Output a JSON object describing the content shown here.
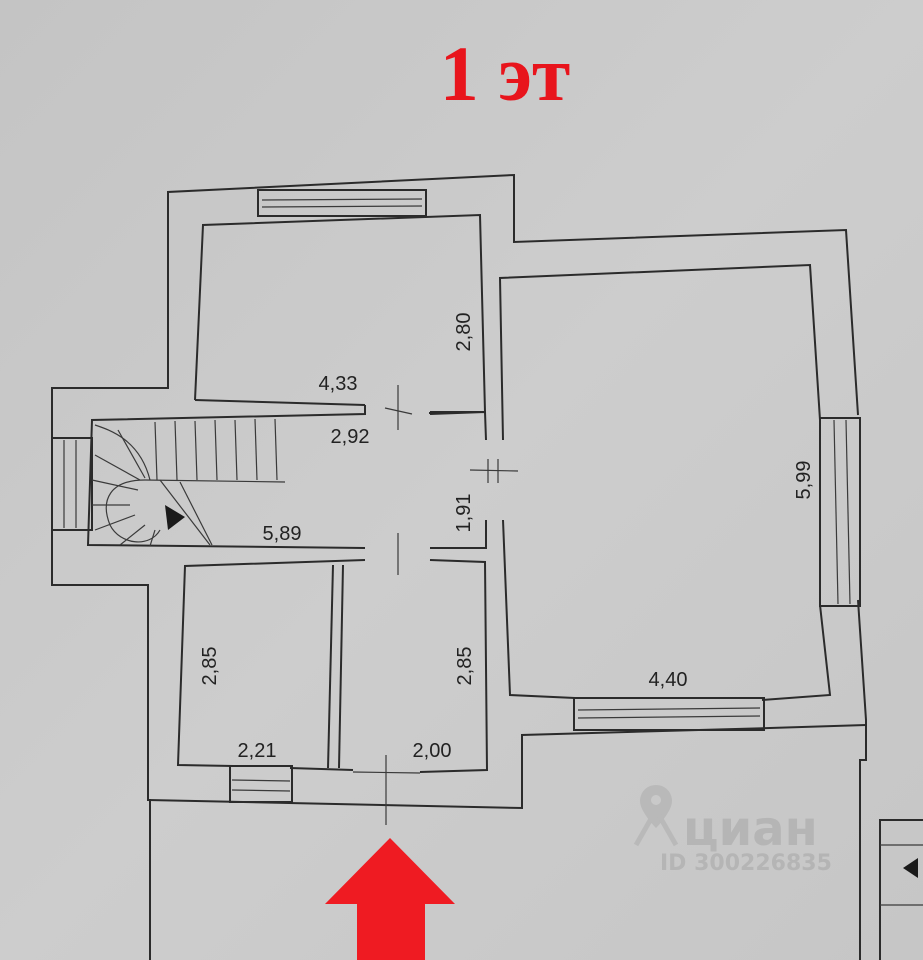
{
  "title": "1 эт",
  "colors": {
    "title": "#e8141c",
    "arrow": "#ef1b22",
    "wall": "#2b2b2b",
    "paper": "#c9c9c9"
  },
  "dimensions": {
    "top_room_height": "2,80",
    "top_room_width": "4,33",
    "hall_width": "2,92",
    "hall_height": "1,91",
    "stair_length": "5,89",
    "big_room_height": "5,99",
    "big_room_width": "4,40",
    "left_room_height": "2,85",
    "left_room_width": "2,21",
    "middle_room_height": "2,85",
    "middle_room_width": "2,00"
  },
  "watermark": {
    "brand": "циан",
    "id_text": "ID 300226835",
    "icon": "location-pin-icon"
  },
  "entrance_arrow": {
    "icon": "arrow-up-icon"
  }
}
